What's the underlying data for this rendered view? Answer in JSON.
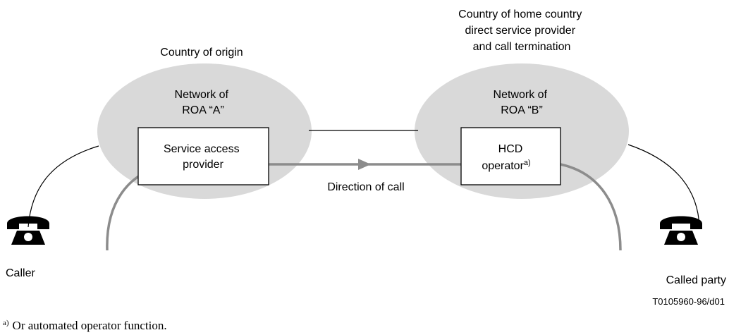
{
  "colors": {
    "cloud": "#d9d9d9",
    "path": "#8c8c8c",
    "ink": "#000000"
  },
  "labels": {
    "origin_country": "Country of origin",
    "hcd_country": [
      "Country of home country",
      "direct service provider",
      "and call termination"
    ],
    "network_a": [
      "Network of",
      "ROA “A”"
    ],
    "network_b": [
      "Network of",
      "ROA “B”"
    ],
    "access_provider": [
      "Service access",
      "provider"
    ],
    "hcd_operator": "HCD",
    "hcd_operator_line2": "operator",
    "footnote_marker": "a)",
    "direction": "Direction of call",
    "caller": "Caller",
    "called_party": "Called party",
    "figure_code": "T0105960-96/d01",
    "footnote_text": "Or automated operator function."
  },
  "icons": {
    "caller_phone": "telephone-icon",
    "called_phone": "telephone-icon"
  }
}
